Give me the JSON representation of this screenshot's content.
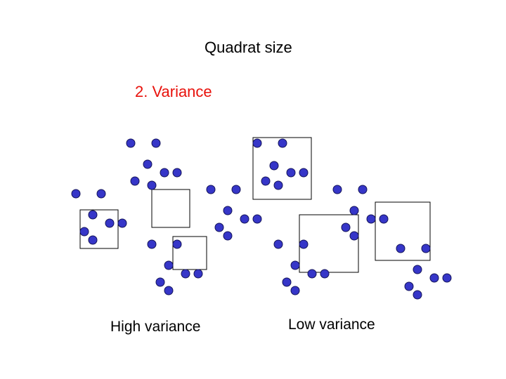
{
  "title": "Quadrat size",
  "subtitle": "2. Variance",
  "captions": {
    "high": "High variance",
    "low": "Low variance"
  },
  "colors": {
    "subtitle": "#e8120c",
    "dot_fill": "#3636c8",
    "dot_stroke": "#14145a",
    "quadrat": "#000000"
  }
}
